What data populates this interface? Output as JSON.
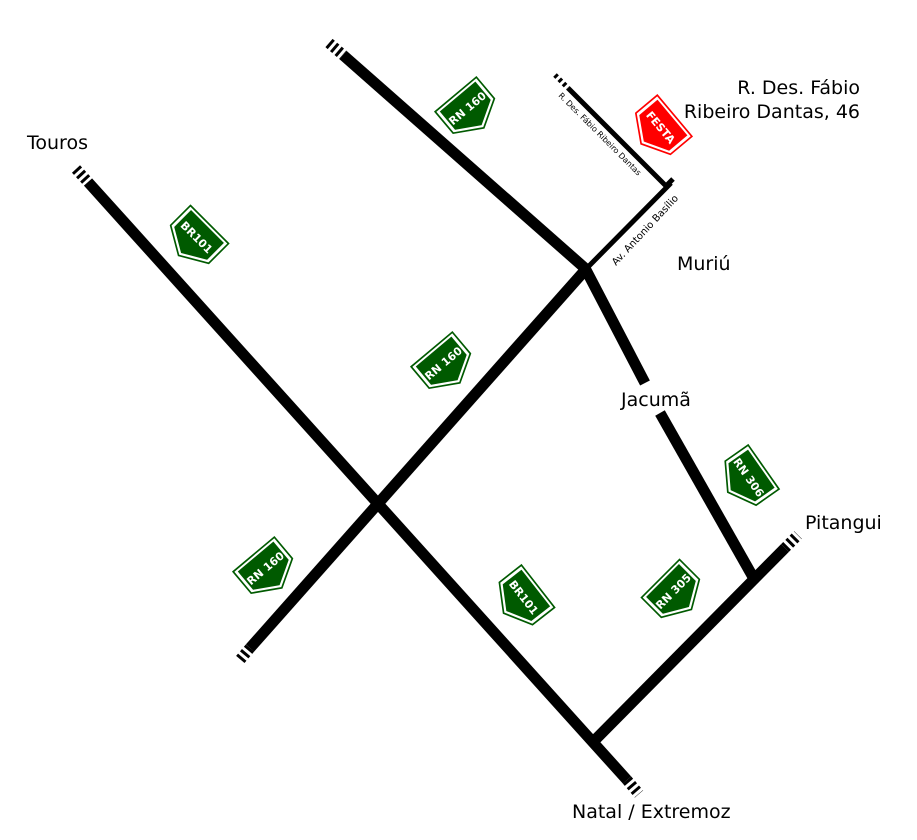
{
  "places": {
    "touros": "Touros",
    "address_line1": "R. Des. Fábio",
    "address_line2": "Ribeiro Dantas, 46",
    "muriu": "Muriú",
    "jacuma": "Jacumã",
    "pitangui": "Pitangui",
    "natal": "Natal / Extremoz"
  },
  "streets": {
    "r_des": "R. Des. Fábio Ribeiro Dantas",
    "av_antonio": "Av. Antonio Basílio"
  },
  "shields": {
    "br101_north": "BR101",
    "rn160_north": "RN 160",
    "rn160_center": "RN 160",
    "rn160_south": "RN 160",
    "br101_south": "BR101",
    "rn306": "RN 306",
    "rn305": "RN 305",
    "festa": "FESTA"
  },
  "colors": {
    "road_shield": "#005a00",
    "festa_shield": "#ff0000"
  }
}
